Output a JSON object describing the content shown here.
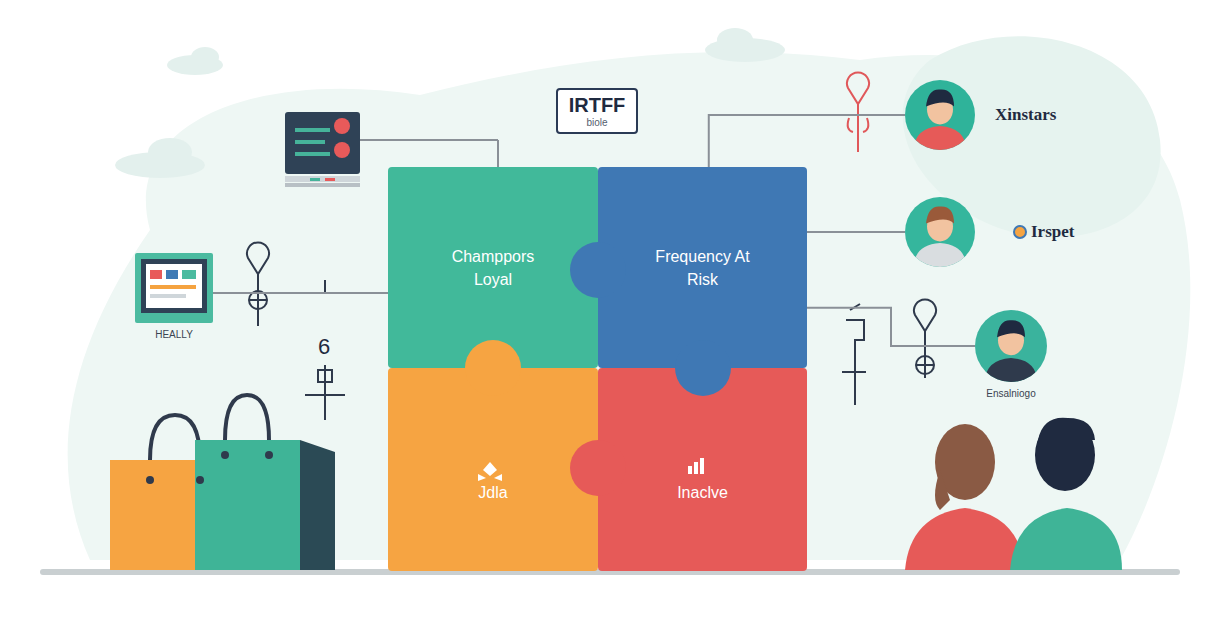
{
  "diagram": {
    "nodes": [
      {
        "text": [
          "IRTFF",
          "biole"
        ]
      },
      {
        "text": [
          "HEALLY"
        ]
      },
      {
        "text": [
          "Champpors Loyal"
        ]
      },
      {
        "text": [
          "Frequency At Risk"
        ]
      },
      {
        "text": [
          "Jdla"
        ]
      },
      {
        "text": [
          "Inaclve"
        ]
      },
      {
        "text": [
          "Xinstars"
        ]
      },
      {
        "text": [
          "Irspet"
        ]
      },
      {
        "text": [
          "Ensalniogo"
        ]
      }
    ],
    "edges": [
      {
        "from": 1,
        "to": 2,
        "arrow": "none"
      },
      {
        "from": 3,
        "to": 6,
        "arrow": "none"
      },
      {
        "from": 3,
        "to": 7,
        "arrow": "none"
      },
      {
        "from": 3,
        "to": 8,
        "arrow": "none"
      }
    ],
    "labels": [
      "6"
    ]
  }
}
